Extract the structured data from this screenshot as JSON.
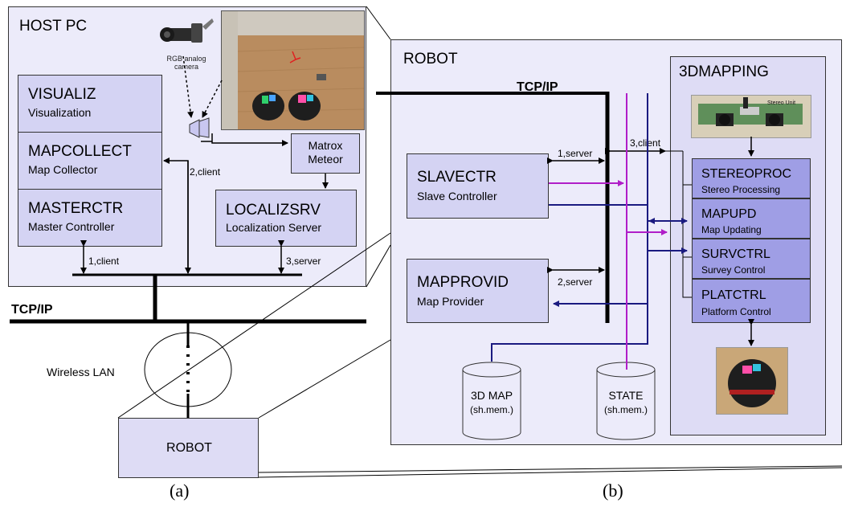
{
  "host": {
    "title": "HOST PC",
    "camera_label": "RGB analog camera",
    "modules": {
      "visualiz": {
        "name": "VISUALIZ",
        "desc": "Visualization"
      },
      "mapcollect": {
        "name": "MAPCOLLECT",
        "desc": "Map Collector"
      },
      "masterctr": {
        "name": "MASTERCTR",
        "desc": "Master Controller"
      },
      "matrox": {
        "line1": "Matrox",
        "line2": "Meteor"
      },
      "localizsrv": {
        "name": "LOCALIZSRV",
        "desc": "Localization Server"
      }
    },
    "connections": {
      "c1": "1,client",
      "c2": "2,client",
      "c3": "3,server"
    }
  },
  "network": {
    "tcpip": "TCP/IP",
    "wireless": "Wireless LAN"
  },
  "robot_small": {
    "label": "ROBOT"
  },
  "robot": {
    "title": "ROBOT",
    "tcpip": "TCP/IP",
    "modules": {
      "slavectr": {
        "name": "SLAVECTR",
        "desc": "Slave Controller"
      },
      "mapprovid": {
        "name": "MAPPROVID",
        "desc": "Map Provider"
      }
    },
    "connections": {
      "s1": "1,server",
      "s2": "2,server",
      "c3": "3,client"
    },
    "storage": {
      "map3d": {
        "name": "3D MAP",
        "sub": "(sh.mem.)"
      },
      "state": {
        "name": "STATE",
        "sub": "(sh.mem.)"
      }
    },
    "mapping": {
      "title": "3DMAPPING",
      "stereo_unit_label": "Stereo Unit",
      "modules": [
        {
          "name": "STEREOPROC",
          "desc": "Stereo Processing"
        },
        {
          "name": "MAPUPD",
          "desc": "Map Updating"
        },
        {
          "name": "SURVCTRL",
          "desc": "Survey Control"
        },
        {
          "name": "PLATCTRL",
          "desc": "Platform Control"
        }
      ]
    }
  },
  "captions": {
    "a": "(a)",
    "b": "(b)"
  },
  "colors": {
    "panel": "#ecebfa",
    "module": "#d4d3f3",
    "mapping_module": "#9f9ee5",
    "navy_line": "#1a1a80",
    "magenta_line": "#b01ec8"
  }
}
